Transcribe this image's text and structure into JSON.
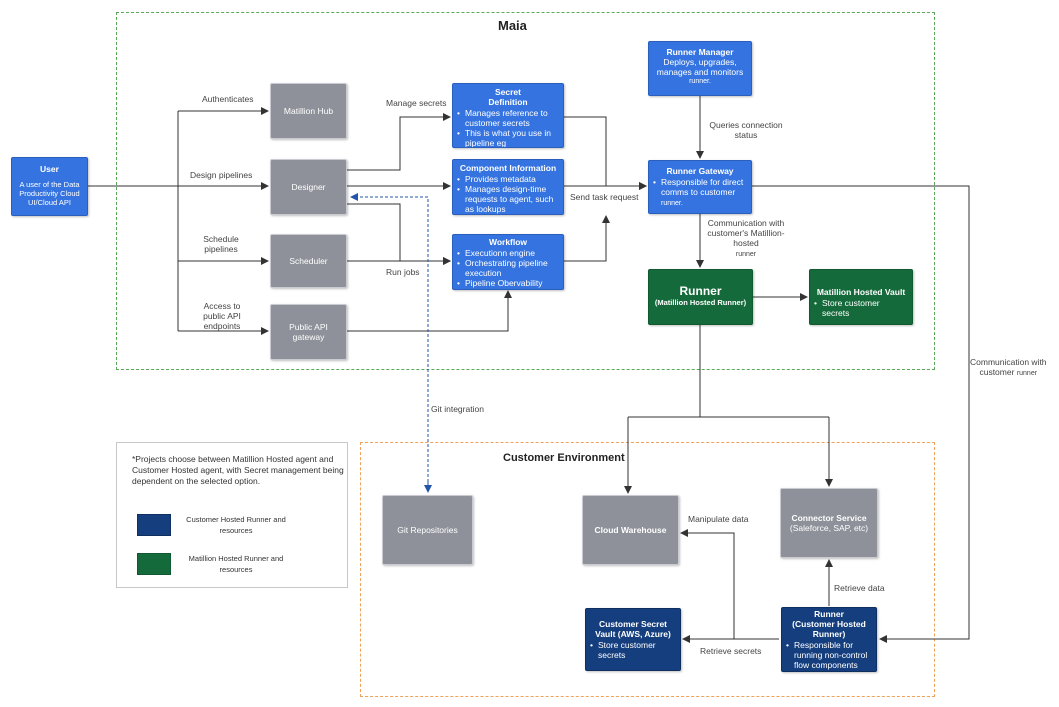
{
  "regions": {
    "maia": {
      "title": "Maia",
      "border_color": "#5aa95a"
    },
    "customer": {
      "title": "Customer  Environment",
      "border_color": "#f0a15a"
    }
  },
  "colors": {
    "gray": "#8e9199",
    "blue": "#3574e0",
    "navy": "#153e7e",
    "green": "#156a3b",
    "git_link": "#2255aa"
  },
  "user": {
    "title": "User",
    "desc": "A user of the  Data Productivity Cloud UI/Cloud API"
  },
  "matillion_hub": {
    "label": "Matillion Hub"
  },
  "designer": {
    "label": "Designer"
  },
  "scheduler": {
    "label": "Scheduler"
  },
  "public_api": {
    "label": "Public API gateway"
  },
  "secret_def": {
    "title_line1": "Secret",
    "title_line2": "Definition",
    "items": [
      "Manages reference to customer secrets",
      "This is what you use in pipeline eg \"MY_SECRET"
    ]
  },
  "component_info": {
    "title": "Component Information",
    "items": [
      "Provides metadata",
      "Manages design-time requests to agent, such as lookups"
    ]
  },
  "workflow": {
    "title": "Workflow",
    "items": [
      "Executionn engine",
      "Orchestrating pipeline execution",
      "Pipeline Obervability"
    ]
  },
  "runner_manager": {
    "title": "Runner Manager",
    "desc": "Deploys, upgrades, manages and monitors",
    "desc_small": "runner."
  },
  "runner_gateway": {
    "title": "Runner Gateway",
    "item": "Responsible for direct comms to customer",
    "item_small": "runner."
  },
  "runner_hosted": {
    "title": "Runner",
    "subtitle": "(Matillion Hosted Runner)"
  },
  "hosted_vault": {
    "title": "Matillion Hosted Vault",
    "item": "Store customer secrets"
  },
  "git_repos": {
    "label": "Git  Repositories"
  },
  "cloud_warehouse": {
    "label": "Cloud Warehouse"
  },
  "connector_service": {
    "title": "Connector Service",
    "desc": "(Saleforce, SAP, etc)"
  },
  "customer_vault": {
    "title": "Customer Secret Vault (AWS, Azure)",
    "item": "Store customer secrets"
  },
  "customer_runner": {
    "title_line1": "Runner",
    "title_line2": "(Customer Hosted Runner)",
    "item": "Responsible for running non-control flow components"
  },
  "edge_labels": {
    "authenticates": "Authenticates",
    "design_pipelines": "Design pipelines",
    "schedule_pipelines": "Schedule pipelines",
    "access_api": "Access to public API endpoints",
    "manage_secrets": "Manage secrets",
    "run_jobs": "Run jobs",
    "send_task": "Send task request",
    "queries_status": "Queries connection status",
    "comm_hosted_1": "Communication with customer's Matillion-hosted",
    "comm_hosted_2": "runner",
    "comm_customer_1": "Communication with",
    "comm_customer_2": "customer",
    "comm_customer_3": "runner",
    "git_integration": "Git integration",
    "manipulate_data": "Manipulate data",
    "retrieve_data": "Retrieve data",
    "retrieve_secrets": "Retrieve secrets"
  },
  "legend": {
    "note": "*Projects choose between Matillion Hosted agent and Customer Hosted agent, with Secret management being dependent on the selected option.",
    "customer_hosted": {
      "line1": "Customer Hosted Runner and",
      "line2": "resources",
      "color": "#153e7e"
    },
    "matillion_hosted": {
      "line1": "Matillion Hosted Runner and",
      "line2": "resources",
      "color": "#156a3b"
    }
  }
}
